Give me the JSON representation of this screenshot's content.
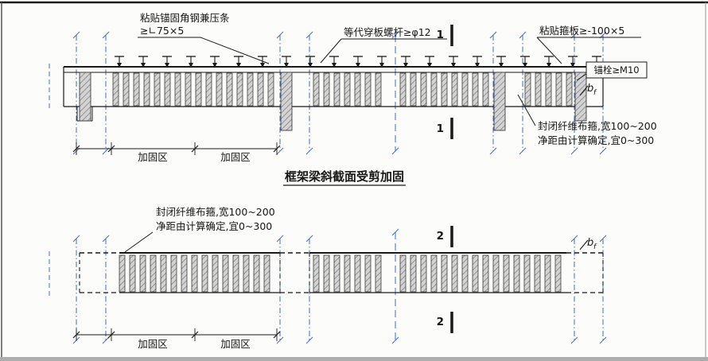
{
  "colors": {
    "line": "#1a1a1a",
    "column": "#3f6ec6",
    "hatch_fill": "#d3d3d3",
    "hatch_line": "#787878"
  },
  "top_drawing": {
    "annotations": {
      "angle_steel_1": "粘贴锚固角钢兼压条",
      "angle_steel_2": "≥∟75×5",
      "through_bolt": "等代穿板螺杆≥φ12",
      "hoop_plate": "粘贴箍板≥-100×5",
      "anchor_bolt": "锚栓≥M10",
      "fiber_1": "封闭纤维布箍,宽100~200",
      "fiber_2": "净距由计算确定,宜0~300",
      "width_symbol": "b",
      "width_symbol_sub": "f"
    },
    "section_marker": "1",
    "zone_label_1": "加固区",
    "zone_label_2": "加固区",
    "title": "框架梁斜截面受剪加固"
  },
  "bottom_drawing": {
    "annotations": {
      "fiber_1": "封闭纤维布箍,宽100~200",
      "fiber_2": "净距由计算确定,宜0~300",
      "width_symbol": "b",
      "width_symbol_sub": "f"
    },
    "section_marker": "2",
    "zone_label_1": "加固区",
    "zone_label_2": "加固区"
  }
}
